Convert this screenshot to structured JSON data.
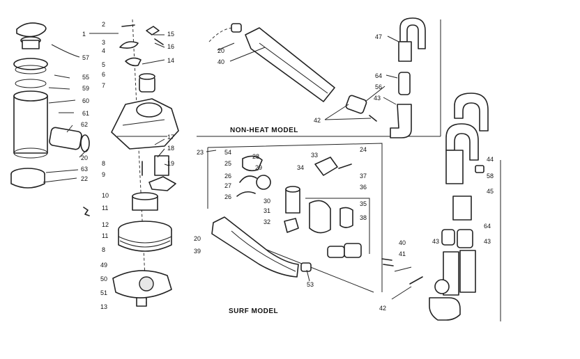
{
  "captions": {
    "inset_top": "NON-HEAT MODEL",
    "inset_bottom": "SURF MODEL"
  },
  "labels": [
    {
      "id": "1",
      "text": "1"
    },
    {
      "id": "2",
      "text": "2"
    },
    {
      "id": "3",
      "text": "3"
    },
    {
      "id": "4",
      "text": "4"
    },
    {
      "id": "5",
      "text": "5"
    },
    {
      "id": "6",
      "text": "6"
    },
    {
      "id": "7",
      "text": "7"
    },
    {
      "id": "8a",
      "text": "8"
    },
    {
      "id": "9",
      "text": "9"
    },
    {
      "id": "10",
      "text": "10"
    },
    {
      "id": "11a",
      "text": "11"
    },
    {
      "id": "12",
      "text": "12"
    },
    {
      "id": "11b",
      "text": "11"
    },
    {
      "id": "8b",
      "text": "8"
    },
    {
      "id": "49",
      "text": "49"
    },
    {
      "id": "50",
      "text": "50"
    },
    {
      "id": "51",
      "text": "51"
    },
    {
      "id": "13",
      "text": "13"
    },
    {
      "id": "14",
      "text": "14"
    },
    {
      "id": "15",
      "text": "15"
    },
    {
      "id": "16",
      "text": "16"
    },
    {
      "id": "17",
      "text": "17"
    },
    {
      "id": "18",
      "text": "18"
    },
    {
      "id": "19",
      "text": "19"
    },
    {
      "id": "57",
      "text": "57"
    },
    {
      "id": "55",
      "text": "55"
    },
    {
      "id": "59",
      "text": "59"
    },
    {
      "id": "60",
      "text": "60"
    },
    {
      "id": "61",
      "text": "61"
    },
    {
      "id": "62",
      "text": "62"
    },
    {
      "id": "20a",
      "text": "20"
    },
    {
      "id": "63",
      "text": "63"
    },
    {
      "id": "22",
      "text": "22"
    },
    {
      "id": "20b",
      "text": "20"
    },
    {
      "id": "40a",
      "text": "40"
    },
    {
      "id": "47",
      "text": "47"
    },
    {
      "id": "64a",
      "text": "64"
    },
    {
      "id": "56",
      "text": "56"
    },
    {
      "id": "43a",
      "text": "43"
    },
    {
      "id": "42a",
      "text": "42"
    },
    {
      "id": "23",
      "text": "23"
    },
    {
      "id": "54",
      "text": "54"
    },
    {
      "id": "25",
      "text": "25"
    },
    {
      "id": "28",
      "text": "28"
    },
    {
      "id": "29",
      "text": "29"
    },
    {
      "id": "26",
      "text": "26"
    },
    {
      "id": "27",
      "text": "27"
    },
    {
      "id": "26b",
      "text": "26"
    },
    {
      "id": "30",
      "text": "30"
    },
    {
      "id": "31",
      "text": "31"
    },
    {
      "id": "32",
      "text": "32"
    },
    {
      "id": "34",
      "text": "34"
    },
    {
      "id": "33",
      "text": "33"
    },
    {
      "id": "24",
      "text": "24"
    },
    {
      "id": "37",
      "text": "37"
    },
    {
      "id": "36",
      "text": "36"
    },
    {
      "id": "35",
      "text": "35"
    },
    {
      "id": "38",
      "text": "38"
    },
    {
      "id": "20c",
      "text": "20"
    },
    {
      "id": "39",
      "text": "39"
    },
    {
      "id": "53",
      "text": "53"
    },
    {
      "id": "40b",
      "text": "40"
    },
    {
      "id": "41",
      "text": "41"
    },
    {
      "id": "42b",
      "text": "42"
    },
    {
      "id": "44",
      "text": "44"
    },
    {
      "id": "58",
      "text": "58"
    },
    {
      "id": "45",
      "text": "45"
    },
    {
      "id": "64b",
      "text": "64"
    },
    {
      "id": "43b",
      "text": "43"
    },
    {
      "id": "43c",
      "text": "43"
    }
  ]
}
